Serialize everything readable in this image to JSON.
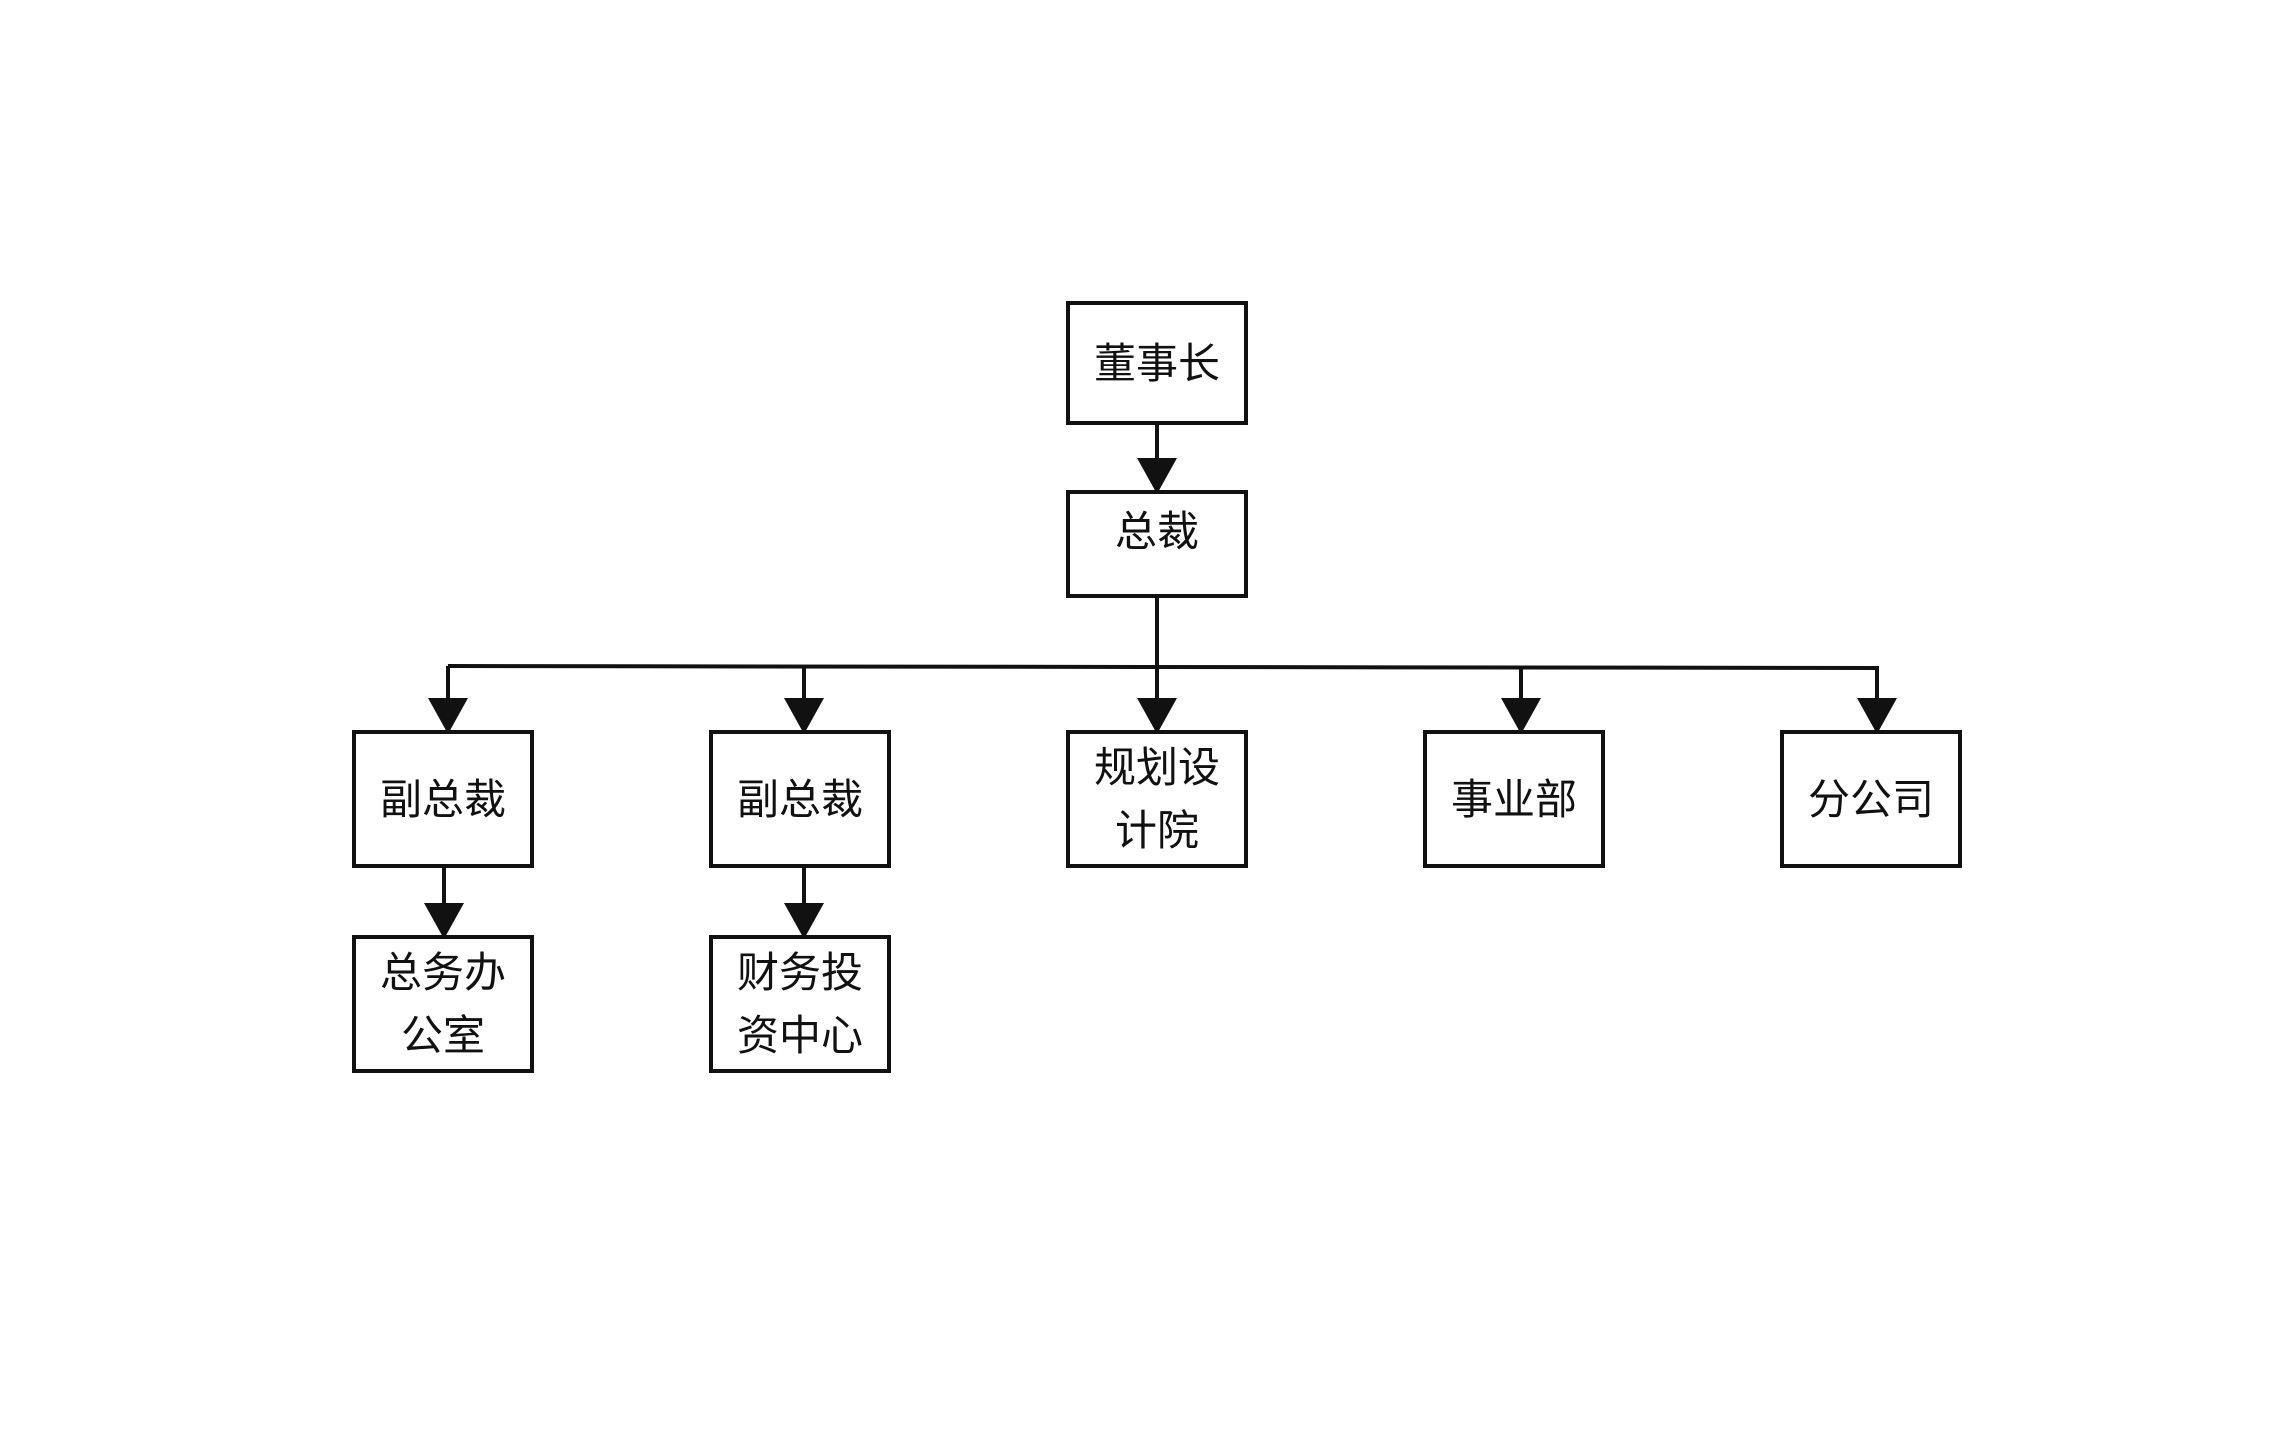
{
  "nodes": {
    "chairman": "董事长",
    "president": "总裁",
    "vp_1": "副总裁",
    "vp_2": "副总裁",
    "planning": [
      "规划设",
      "计院"
    ],
    "business": "事业部",
    "branch": "分公司",
    "general_office": [
      "总务办",
      "公室"
    ],
    "finance": [
      "财务投",
      "资中心"
    ]
  },
  "edges": [
    {
      "from": "chairman",
      "to": "president"
    },
    {
      "from": "president",
      "to": "vp_1"
    },
    {
      "from": "president",
      "to": "vp_2"
    },
    {
      "from": "president",
      "to": "planning"
    },
    {
      "from": "president",
      "to": "business"
    },
    {
      "from": "president",
      "to": "branch"
    },
    {
      "from": "vp_1",
      "to": "general_office"
    },
    {
      "from": "vp_2",
      "to": "finance"
    }
  ],
  "colors": {
    "line": "#111111",
    "background": "#ffffff"
  }
}
